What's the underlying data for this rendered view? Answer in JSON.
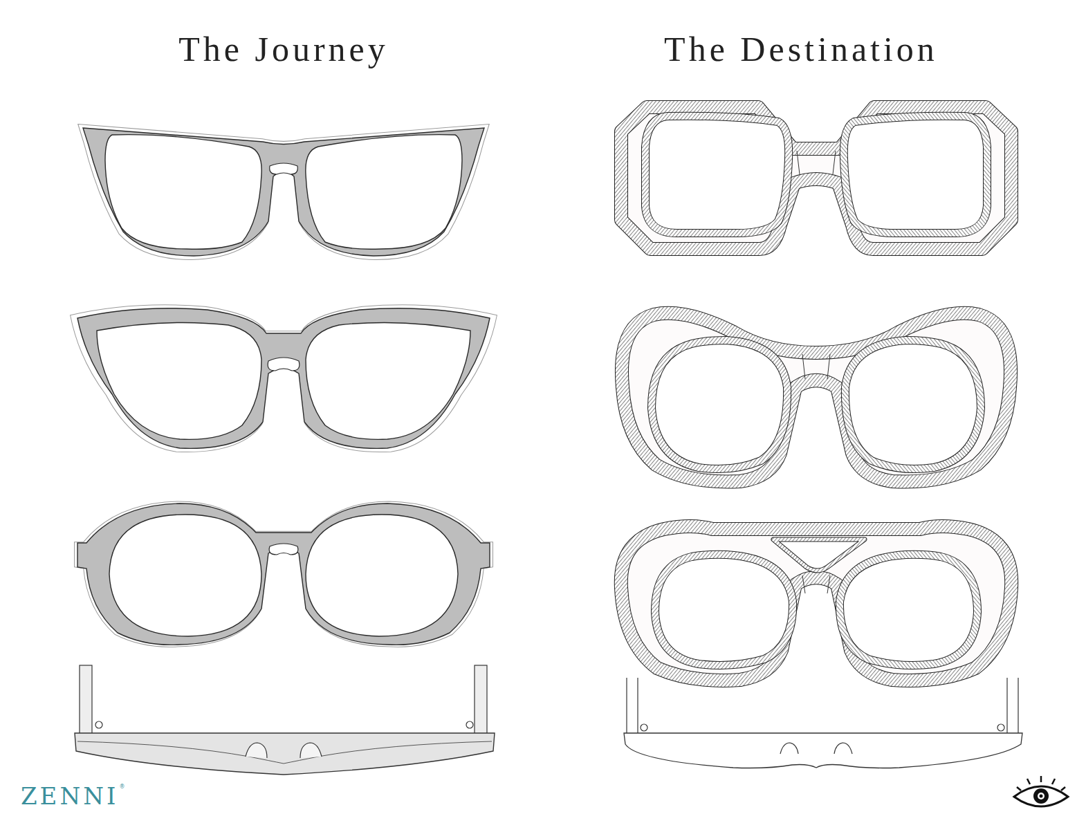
{
  "diagram": {
    "labels": [
      "The Journey",
      "The Destination",
      "ZENNI",
      "®"
    ]
  }
}
